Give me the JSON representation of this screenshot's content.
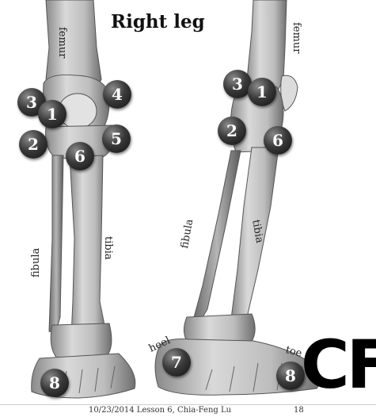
{
  "title": "Right leg",
  "labels": {
    "femur": "femur",
    "fibula": "fibula",
    "tibia": "tibia",
    "heel": "heel",
    "toe": "toe"
  },
  "markers": [
    "3",
    "1",
    "4",
    "2",
    "5",
    "6",
    "8",
    "3",
    "1",
    "2",
    "6",
    "7",
    "8"
  ],
  "logo": "CF",
  "footer": {
    "info": "10/23/2014 Lesson 6, Chia-Feng Lu",
    "page": "18"
  }
}
